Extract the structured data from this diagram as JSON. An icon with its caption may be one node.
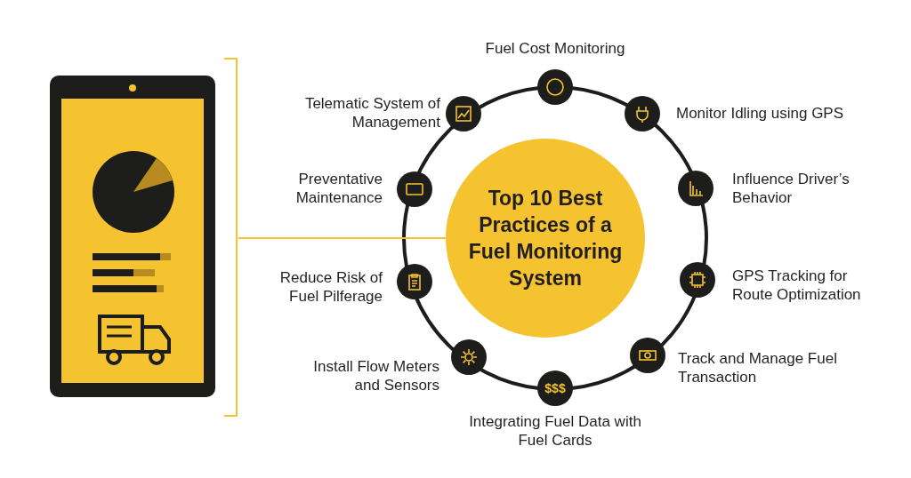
{
  "diagram": {
    "nodes": [
      {
        "text": [],
        "shape": "picture"
      },
      {
        "text": [
          "Top 10 Best Practices of a Fuel Monitoring System"
        ]
      },
      {
        "text": [
          "Fuel Cost Monitoring"
        ]
      },
      {
        "text": [
          "Monitor Idling using GPS"
        ]
      },
      {
        "text": [
          "Influence Driver’s Behavior"
        ]
      },
      {
        "text": [
          "GPS Tracking for Route Optimization"
        ]
      },
      {
        "text": [
          "Track and Manage Fuel Transaction"
        ]
      },
      {
        "text": [
          "$$$",
          "Integrating Fuel Data with Fuel Cards"
        ]
      },
      {
        "text": [
          "Install Flow Meters and Sensors"
        ]
      },
      {
        "text": [
          "Reduce Risk of Fuel Pilferage"
        ]
      },
      {
        "text": [
          "Preventative Maintenance"
        ]
      },
      {
        "text": [
          "Telematic System of Management"
        ]
      }
    ],
    "edges": [
      {
        "from": 0,
        "to": 1,
        "arrow": "none"
      }
    ]
  }
}
